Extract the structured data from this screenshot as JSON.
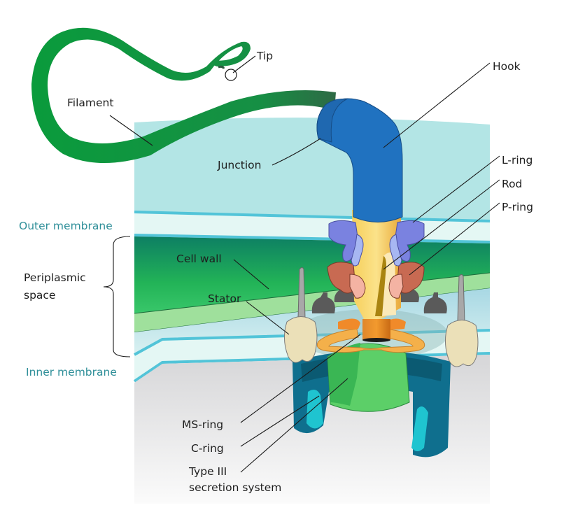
{
  "title": "Bacterial flagellum structure",
  "labels": {
    "tip": "Tip",
    "filament": "Filament",
    "hook": "Hook",
    "junction": "Junction",
    "l_ring": "L-ring",
    "rod": "Rod",
    "p_ring": "P-ring",
    "outer_membrane": "Outer membrane",
    "periplasmic_space_line1": "Periplasmic",
    "periplasmic_space_line2": "space",
    "cell_wall": "Cell wall",
    "stator": "Stator",
    "inner_membrane": "Inner membrane",
    "ms_ring": "MS-ring",
    "c_ring": "C-ring",
    "type3_line1": "Type III",
    "type3_line2": "secretion system"
  },
  "colors": {
    "filament": "#0a9b3c",
    "hook": "#2072c0",
    "extracellular": "#b1e4e4",
    "membrane_line": "#52c4d8",
    "membrane_fill": "#e6f8f6",
    "cell_wall_dark": "#0e8a5c",
    "cell_wall_light": "#9ee09b",
    "periplasm": "#c5e6ea",
    "cytoplasm": "#e4e4e4",
    "rod": "#f0c24c",
    "l_ring": "#7a82e0",
    "p_ring": "#c86a52",
    "ms_ring": "#f4b04a",
    "c_ring": "#0f6f8e",
    "type3": "#5ccf68",
    "stator": "#ebe0b8",
    "membrane_label": "#2f8f99"
  }
}
